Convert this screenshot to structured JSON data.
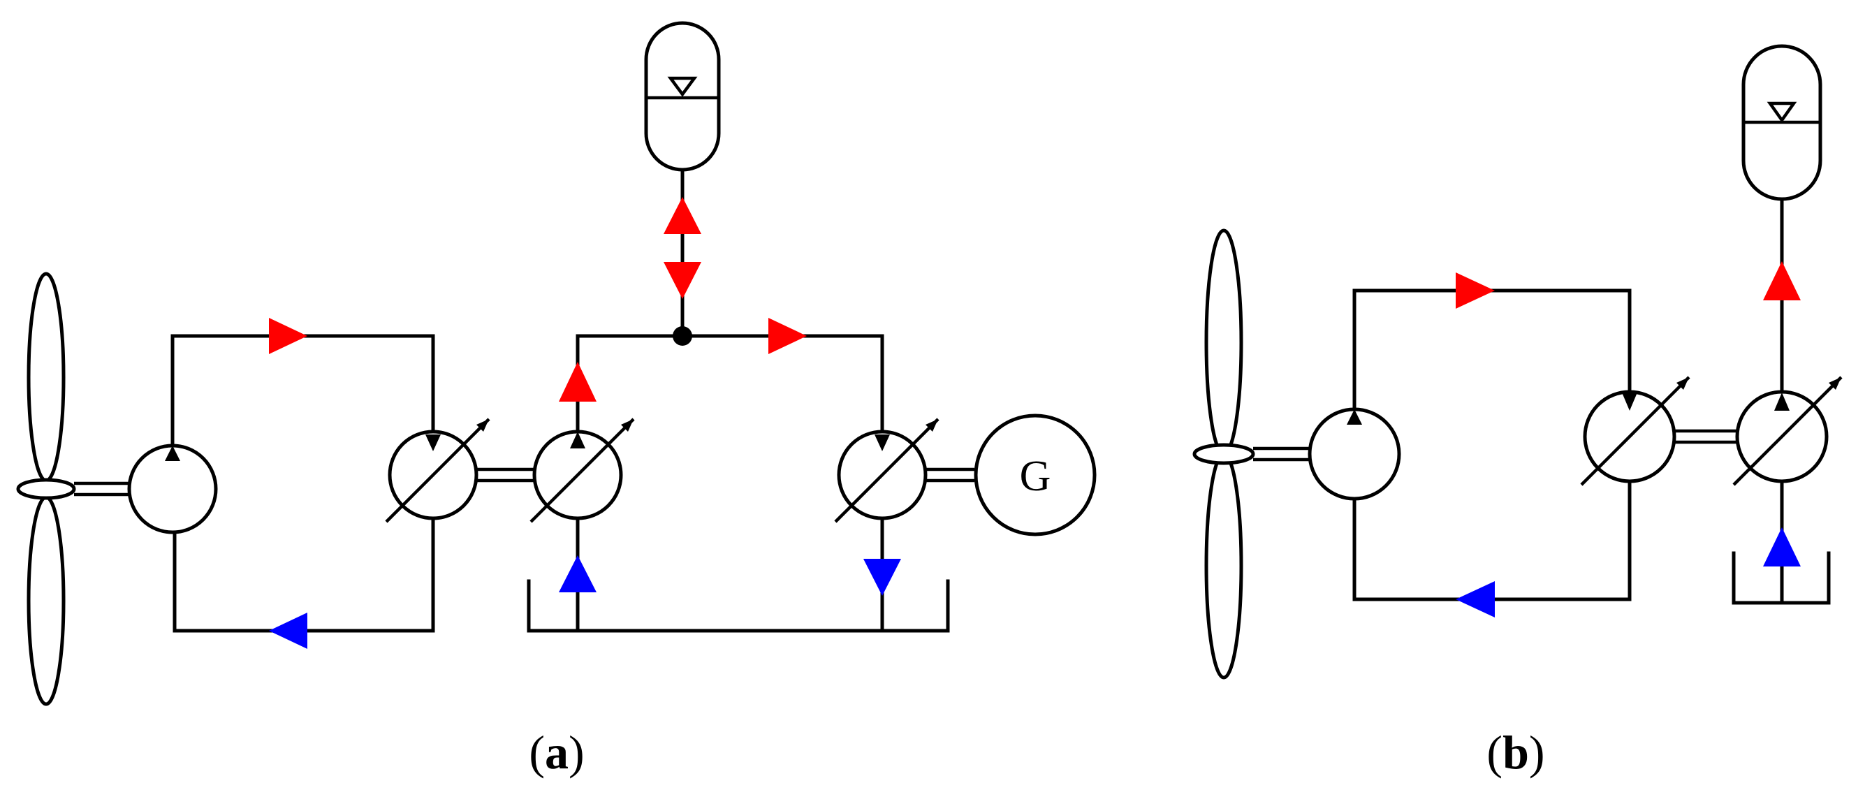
{
  "colors": {
    "line": "#000000",
    "flow_high_pressure": "#ff0000",
    "flow_low_pressure": "#0000ff",
    "background": "#ffffff"
  },
  "panels": [
    {
      "id": "a",
      "caption_open": "(",
      "caption_letter": "a",
      "caption_close": ")",
      "components": [
        "turbine-rotor-icon",
        "fixed-displacement-pump-icon",
        "variable-motor-icon",
        "variable-pump-motor-icon",
        "accumulator-icon",
        "variable-motor-icon",
        "generator-icon",
        "reservoir-tank-icon"
      ],
      "generator_label": "G"
    },
    {
      "id": "b",
      "caption_open": "(",
      "caption_letter": "b",
      "caption_close": ")",
      "components": [
        "turbine-rotor-icon",
        "fixed-displacement-pump-icon",
        "variable-motor-icon",
        "variable-pump-motor-icon",
        "accumulator-icon",
        "reservoir-tank-icon"
      ]
    }
  ]
}
